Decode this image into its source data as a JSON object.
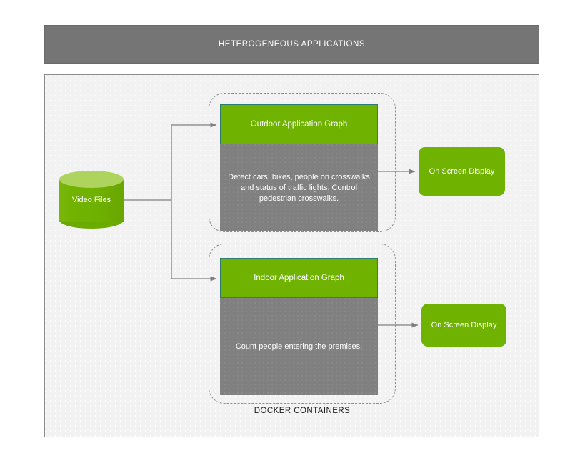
{
  "header": {
    "title": "HETEROGENEOUS APPLICATIONS"
  },
  "source": {
    "label": "Video Files",
    "icon": "database-cylinder-icon"
  },
  "containers": [
    {
      "name": "outdoor",
      "card_title": "Outdoor Application Graph",
      "card_body": "Detect cars, bikes, people on crosswalks and status of traffic lights. Control pedestrian crosswalks.",
      "output_label": "On Screen Display"
    },
    {
      "name": "indoor",
      "card_title": "Indoor Application Graph",
      "card_body": "Count people entering the premises.",
      "output_label": "On Screen Display"
    }
  ],
  "caption": {
    "docker": "DOCKER CONTAINERS"
  },
  "colors": {
    "header_gray": "#757575",
    "panel_bg": "#f2f2f2",
    "green": "#6fb300",
    "green_light": "#aed45e",
    "card_body_gray": "#808080",
    "card_head_border": "#2d7c6f",
    "connector": "#7f7f7f",
    "dashed_border": "#8c8c8c",
    "text_light": "#ffffff",
    "text_dark": "#1a1a1a"
  }
}
